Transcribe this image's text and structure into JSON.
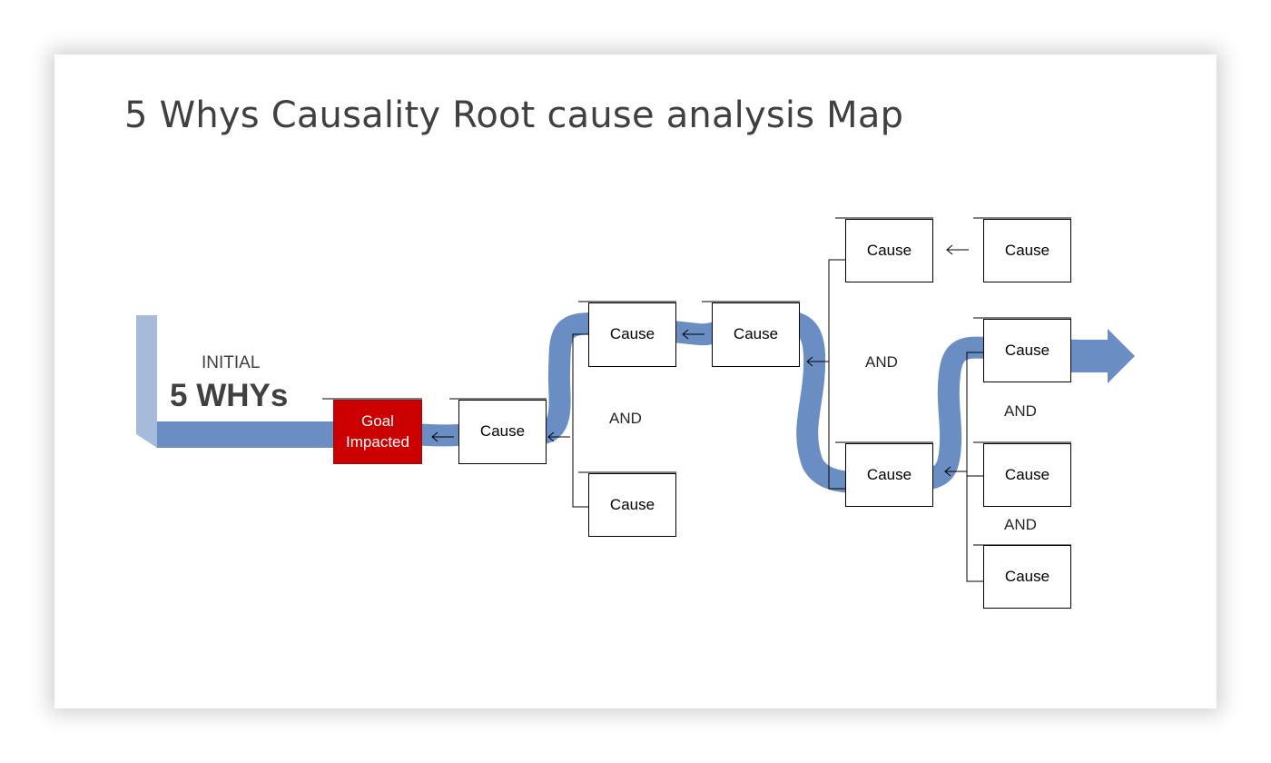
{
  "slide": {
    "title": "5 Whys Causality Root cause analysis Map"
  },
  "initial": {
    "label": "INITIAL",
    "heading": "5 WHYs"
  },
  "goal": {
    "line1": "Goal",
    "line2": "Impacted"
  },
  "causes": {
    "c1": "Cause",
    "c2": "Cause",
    "c3": "Cause",
    "c4": "Cause",
    "c5": "Cause",
    "c6": "Cause",
    "c7": "Cause",
    "c8": "Cause",
    "c9": "Cause",
    "c10": "Cause"
  },
  "connectors": {
    "and1": "AND",
    "and2": "AND",
    "and3": "AND",
    "and4": "AND"
  },
  "colors": {
    "flow": "#6a8ec3",
    "flow_light": "#a6bbd9",
    "goal": "#cc0000",
    "title": "#404040"
  }
}
